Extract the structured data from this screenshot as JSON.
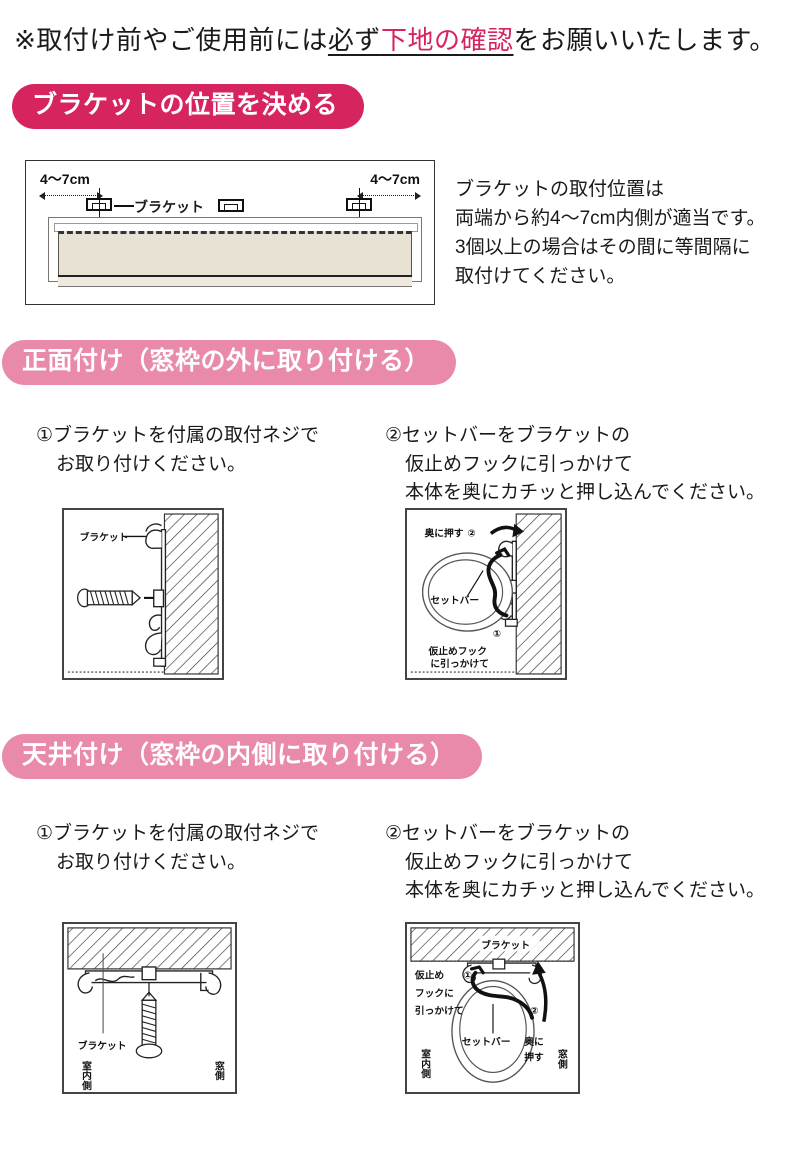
{
  "notice": {
    "prefix": "※取付け前やご使用前には",
    "underline_black": "必ず",
    "underline_highlight": "下地の確認",
    "suffix": "をお願いいたします。",
    "highlight_color": "#d6245f"
  },
  "sections": [
    {
      "id": "bracket-position",
      "title": "ブラケットの位置を決める",
      "pill_color": "#d6245f",
      "figure": {
        "dim_left": "4〜7cm",
        "dim_right": "4〜7cm",
        "bracket_label": "ブラケット"
      },
      "description": [
        "ブラケットの取付位置は",
        "両端から約4〜7cm内側が適当です。",
        "3個以上の場合はその間に等間隔に",
        "取付けてください。"
      ]
    },
    {
      "id": "front-mount",
      "title": "正面付け（窓枠の外に取り付ける）",
      "pill_color": "#e98aab",
      "steps": [
        {
          "number": "①",
          "lines": [
            "ブラケットを付属の取付ネジで",
            "お取り付けください。"
          ]
        },
        {
          "number": "②",
          "lines": [
            "セットバーをブラケットの",
            "仮止めフックに引っかけて",
            "本体を奥にカチッと押し込んでください。"
          ]
        }
      ],
      "illustrations": [
        {
          "id": "front-screw",
          "labels": {
            "bracket": "ブラケット"
          }
        },
        {
          "id": "front-setbar",
          "labels": {
            "push_in": "奥に押す",
            "push_in_num": "②",
            "set_bar": "セットバー",
            "hook_num": "①",
            "hook_line1": "仮止めフック",
            "hook_line2": "に引っかけて"
          }
        }
      ]
    },
    {
      "id": "ceiling-mount",
      "title": "天井付け（窓枠の内側に取り付ける）",
      "pill_color": "#e98aab",
      "steps": [
        {
          "number": "①",
          "lines": [
            "ブラケットを付属の取付ネジで",
            "お取り付けください。"
          ]
        },
        {
          "number": "②",
          "lines": [
            "セットバーをブラケットの",
            "仮止めフックに引っかけて",
            "本体を奥にカチッと押し込んでください。"
          ]
        }
      ],
      "illustrations": [
        {
          "id": "ceiling-screw",
          "labels": {
            "bracket": "ブラケット",
            "indoor_side": "室内側",
            "window_side": "窓側"
          }
        },
        {
          "id": "ceiling-setbar",
          "labels": {
            "bracket": "ブラケット",
            "hook_num": "①",
            "hook_line1": "仮止め",
            "hook_line2": "フックに",
            "hook_line3": "引っかけて",
            "set_bar": "セットバー",
            "push_num": "②",
            "push_line1": "奥に",
            "push_line2": "押す",
            "indoor_side": "室内側",
            "window_side": "窓側"
          }
        }
      ]
    }
  ]
}
